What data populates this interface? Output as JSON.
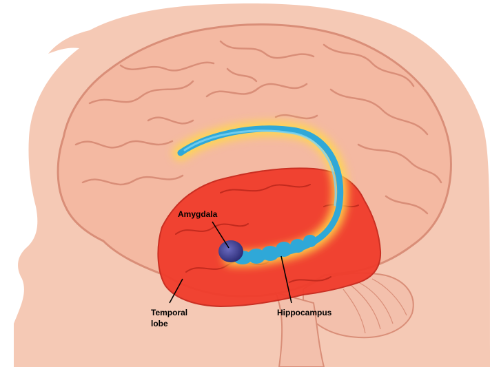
{
  "labels": {
    "amygdala": "Amygdala",
    "temporal_lobe_line1": "Temporal",
    "temporal_lobe_line2": "lobe",
    "hippocampus": "Hippocampus"
  },
  "colors": {
    "background": "#ffffff",
    "head_skin": "#f5c9b5",
    "brain_fill": "#f4b9a2",
    "brain_stroke": "#d98e78",
    "temporal_lobe": "#f03c2c",
    "temporal_lobe_stroke": "#c8281c",
    "hippocampus": "#2fa8d8",
    "hippocampus_light": "#7fd4f2",
    "hippocampus_glow": "#ffd84a",
    "amygdala": "#3c3c8c",
    "cerebellum": "#f3c0ac",
    "leader_line": "#000000"
  },
  "icons": [
    "brain-illustration"
  ]
}
